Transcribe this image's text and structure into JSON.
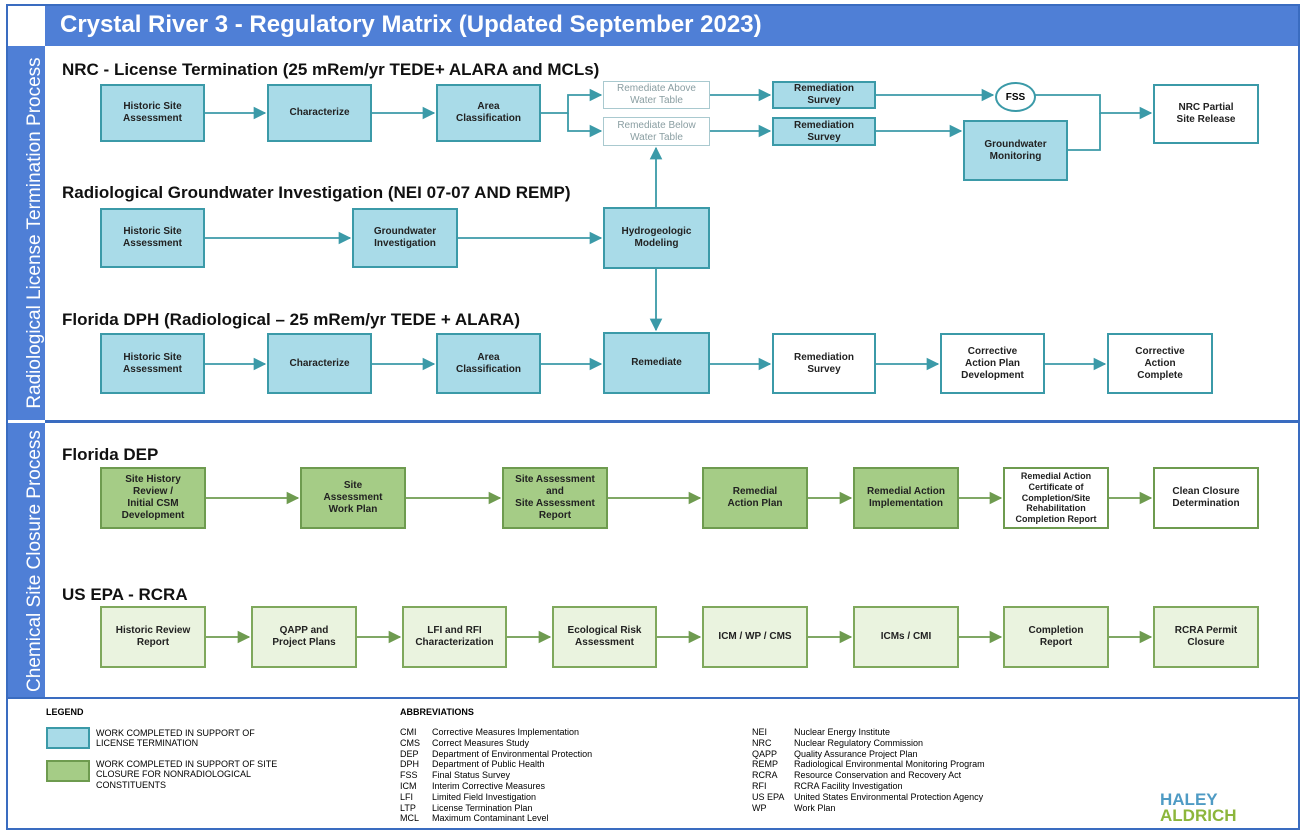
{
  "title": "Crystal River 3 - Regulatory Matrix (Updated September 2023)",
  "sections": {
    "radiological": "Radiological License Termination Process",
    "chemical": "Chemical Site Closure Process"
  },
  "processes": {
    "nrc": "NRC - License Termination (25 mRem/yr TEDE+ ALARA and MCLs)",
    "rgi": "Radiological Groundwater Investigation (NEI 07-07 AND REMP)",
    "fdph": "Florida DPH (Radiological – 25 mRem/yr TEDE + ALARA)",
    "fdep": "Florida DEP",
    "epa": "US EPA - RCRA"
  },
  "boxes": {
    "nrc_hsa": "Historic Site\nAssessment",
    "nrc_char": "Characterize",
    "nrc_area": "Area\nClassification",
    "nrc_rem_above": "Remediate Above\nWater Table",
    "nrc_rem_below": "Remediate Below\nWater Table",
    "nrc_rs1": "Remediation\nSurvey",
    "nrc_rs2": "Remediation\nSurvey",
    "nrc_fss": "FSS",
    "nrc_gw": "Groundwater\nMonitoring",
    "nrc_release": "NRC Partial\nSite Release",
    "rgi_hsa": "Historic Site\nAssessment",
    "rgi_gwi": "Groundwater\nInvestigation",
    "rgi_hydro": "Hydrogeologic\nModeling",
    "dph_hsa": "Historic Site\nAssessment",
    "dph_char": "Characterize",
    "dph_area": "Area\nClassification",
    "dph_rem": "Remediate",
    "dph_rs": "Remediation\nSurvey",
    "dph_cap": "Corrective\nAction Plan\nDevelopment",
    "dph_complete": "Corrective\nAction\nComplete",
    "dep_shr": "Site History\nReview /\nInitial CSM\nDevelopment",
    "dep_sawp": "Site\nAssessment\nWork Plan",
    "dep_sar": "Site Assessment\nand\nSite Assessment\nReport",
    "dep_rap": "Remedial\nAction Plan",
    "dep_rai": "Remedial Action\nImplementation",
    "dep_racc": "Remedial Action\nCertificate of\nCompletion/Site\nRehabilitation\nCompletion Report",
    "dep_ccd": "Clean Closure\nDetermination",
    "epa_hrr": "Historic Review\nReport",
    "epa_qapp": "QAPP and\nProject Plans",
    "epa_lfi": "LFI and RFI\nCharacterization",
    "epa_era": "Ecological Risk\nAssessment",
    "epa_icm": "ICM / WP / CMS",
    "epa_icms": "ICMs / CMI",
    "epa_comp": "Completion\nReport",
    "epa_rcra": "RCRA Permit\nClosure"
  },
  "legend": {
    "title": "LEGEND",
    "blue_text": "WORK COMPLETED IN SUPPORT OF LICENSE TERMINATION",
    "green_text": "WORK COMPLETED IN SUPPORT OF SITE CLOSURE FOR NONRADIOLOGICAL CONSTITUENTS",
    "blue_color": "#a9dbe8",
    "green_color": "#a5cc86"
  },
  "abbreviations": {
    "title": "ABBREVIATIONS",
    "left": [
      {
        "code": "CMI",
        "text": "Corrective Measures Implementation"
      },
      {
        "code": "CMS",
        "text": "Correct Measures Study"
      },
      {
        "code": "DEP",
        "text": "Department of Environmental Protection"
      },
      {
        "code": "DPH",
        "text": "Department of Public Health"
      },
      {
        "code": "FSS",
        "text": "Final Status Survey"
      },
      {
        "code": "ICM",
        "text": "Interim Corrective Measures"
      },
      {
        "code": "LFI",
        "text": "Limited Field Investigation"
      },
      {
        "code": "LTP",
        "text": "License Termination Plan"
      },
      {
        "code": "MCL",
        "text": "Maximum Contaminant Level"
      }
    ],
    "right": [
      {
        "code": "NEI",
        "text": "Nuclear Energy Institute"
      },
      {
        "code": "NRC",
        "text": "Nuclear Regulatory Commission"
      },
      {
        "code": "QAPP",
        "text": "Quality Assurance Project Plan"
      },
      {
        "code": "REMP",
        "text": "Radiological Environmental Monitoring Program"
      },
      {
        "code": "RCRA",
        "text": "Resource Conservation and Recovery Act"
      },
      {
        "code": "RFI",
        "text": "RCRA Facility Investigation"
      },
      {
        "code": "US EPA",
        "text": "United States Environmental Protection Agency"
      },
      {
        "code": "WP",
        "text": "Work Plan"
      }
    ]
  },
  "logo": {
    "line1": "HALEY",
    "line2": "ALDRICH"
  }
}
